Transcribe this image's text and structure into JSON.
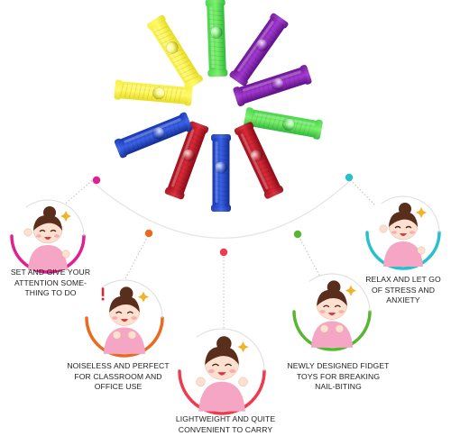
{
  "colors": {
    "magenta": "#e0208f",
    "orange": "#ec6a1f",
    "green": "#58b633",
    "cyan": "#27c0cc",
    "purple": "#8e1fb0",
    "red": "#ef3b4e",
    "skin": "#fde0cf",
    "hair": "#5a2e1d",
    "shirt": "#f4a6c4"
  },
  "toys": [
    {
      "color": "green"
    },
    {
      "color": "purple"
    },
    {
      "color": "purple"
    },
    {
      "color": "green"
    },
    {
      "color": "red"
    },
    {
      "color": "blue"
    },
    {
      "color": "red"
    },
    {
      "color": "blue"
    },
    {
      "color": "yellow"
    },
    {
      "color": "yellow"
    }
  ],
  "features": [
    {
      "name": "attention",
      "text": "SET AND GIVE YOUR\nATTENTION SOME-\nTHING TO DO",
      "ring": "magenta"
    },
    {
      "name": "noiseless",
      "text": "NOISELESS AND PERFECT\nFOR CLASSROOM AND\nOFFICE USE",
      "ring": "orange"
    },
    {
      "name": "lightweight",
      "text": "LIGHTWEIGHT AND QUITE\nCONVENIENT TO CARRY",
      "ring": "red"
    },
    {
      "name": "nail-biting",
      "text": "NEWLY DESIGNED FIDGET\nTOYS FOR BREAKING\nNAIL-BITING",
      "ring": "green"
    },
    {
      "name": "relax",
      "text": "RELAX AND LET GO\nOF STRESS AND\nANXIETY",
      "ring": "cyan"
    }
  ]
}
